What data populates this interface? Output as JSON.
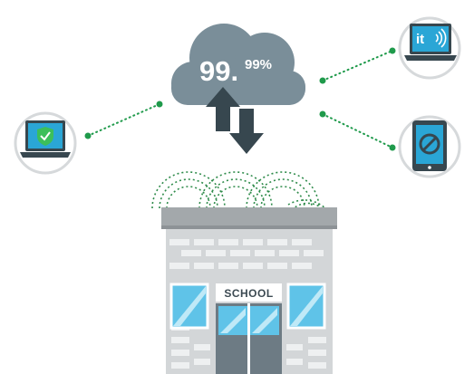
{
  "cloud": {
    "uptime_main": "99.",
    "uptime_decimal": "99%"
  },
  "school": {
    "sign": "SCHOOL"
  },
  "devices": {
    "top_right_label": "it"
  },
  "colors": {
    "cloud": "#7a8e99",
    "arrow": "#37474f",
    "link_dots": "#1f9a4b",
    "wifi_waves": "#2e8b4a",
    "screen_blue": "#2aa6d6",
    "shield_green": "#3cbf5a",
    "wall": "#d3d6d8",
    "brick": "#eef0f1",
    "roof": "#a3a8ab",
    "window": "#5fc3e8",
    "ring": "#d6d9db",
    "block": "#37474f"
  },
  "icons": [
    "cloud-icon",
    "upload-arrow-icon",
    "download-arrow-icon",
    "laptop-shield-icon",
    "laptop-it-icon",
    "tablet-blocked-icon",
    "wifi-signal-icon",
    "school-building-icon"
  ]
}
